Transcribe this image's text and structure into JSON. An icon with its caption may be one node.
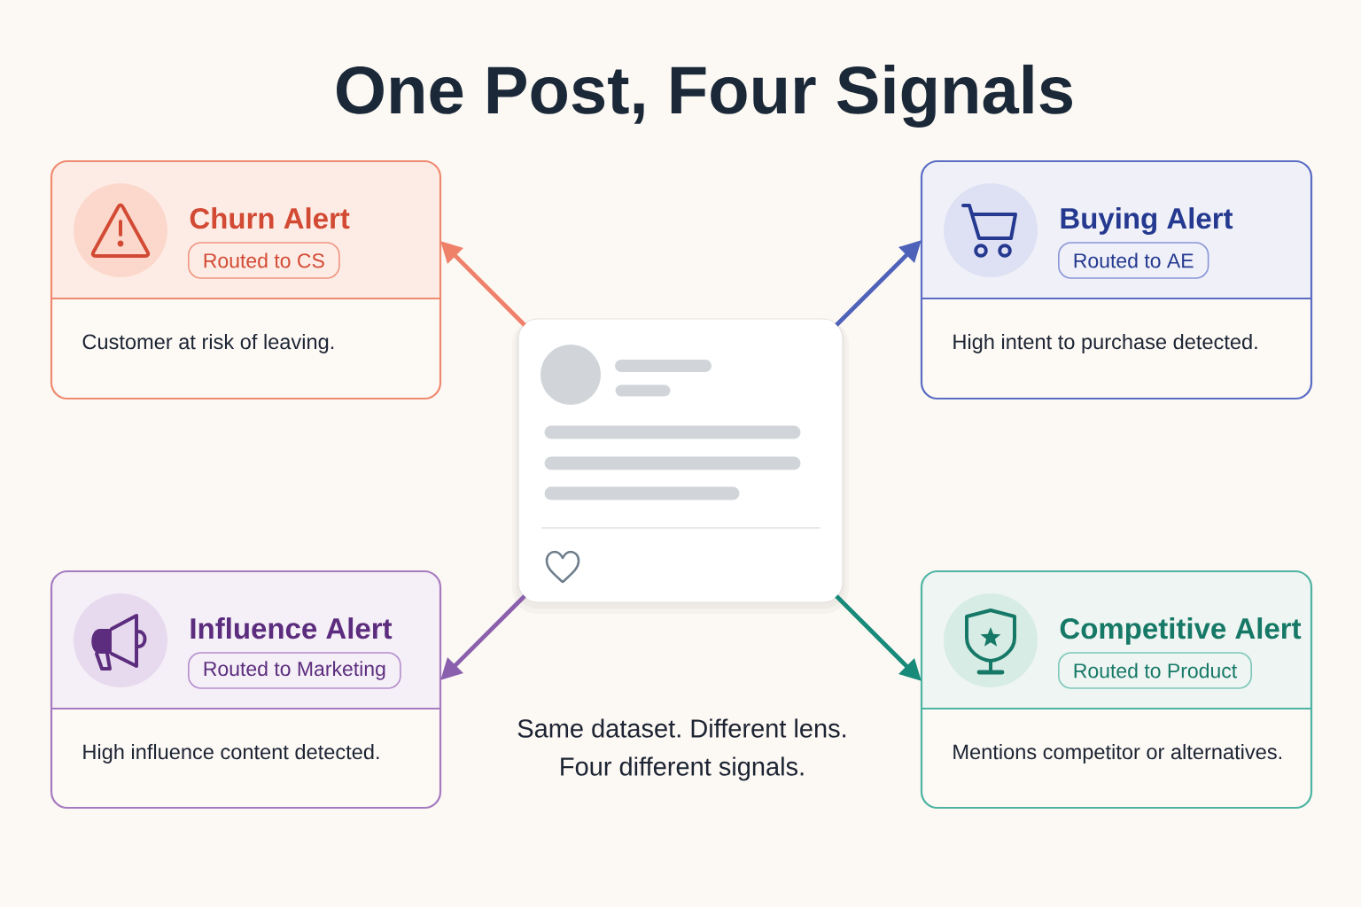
{
  "diagram": {
    "title": "One Post, Four Signals",
    "nodes": [
      {
        "text": [
          "Churn Alert",
          "Customer at risk of leaving."
        ]
      },
      {
        "text": [
          "Routed to CS"
        ],
        "in": 0
      },
      {
        "text": [
          "Buying Alert",
          "High intent to purchase detected."
        ]
      },
      {
        "text": [
          "Routed to AE"
        ],
        "in": 2
      },
      {
        "text": [],
        "shape": "box"
      },
      {
        "text": [
          "Influence Alert",
          "High influence content detected."
        ]
      },
      {
        "text": [
          "Routed to Marketing"
        ],
        "in": 5
      },
      {
        "text": [
          "Competitive Alert",
          "Mentions competitor or alternatives."
        ]
      },
      {
        "text": [
          "Routed to Product"
        ],
        "in": 7
      }
    ],
    "edges": [
      {
        "from": 4,
        "to": 0,
        "arrow": "to",
        "color": "#ef8069"
      },
      {
        "from": 4,
        "to": 2,
        "arrow": "to",
        "color": "#4e62b9"
      },
      {
        "from": 4,
        "to": 5,
        "arrow": "to",
        "color": "#8a60ae"
      },
      {
        "from": 4,
        "to": 7,
        "arrow": "to",
        "color": "#178a7a"
      }
    ],
    "caption": "Same dataset. Different lens. Four different signals."
  }
}
